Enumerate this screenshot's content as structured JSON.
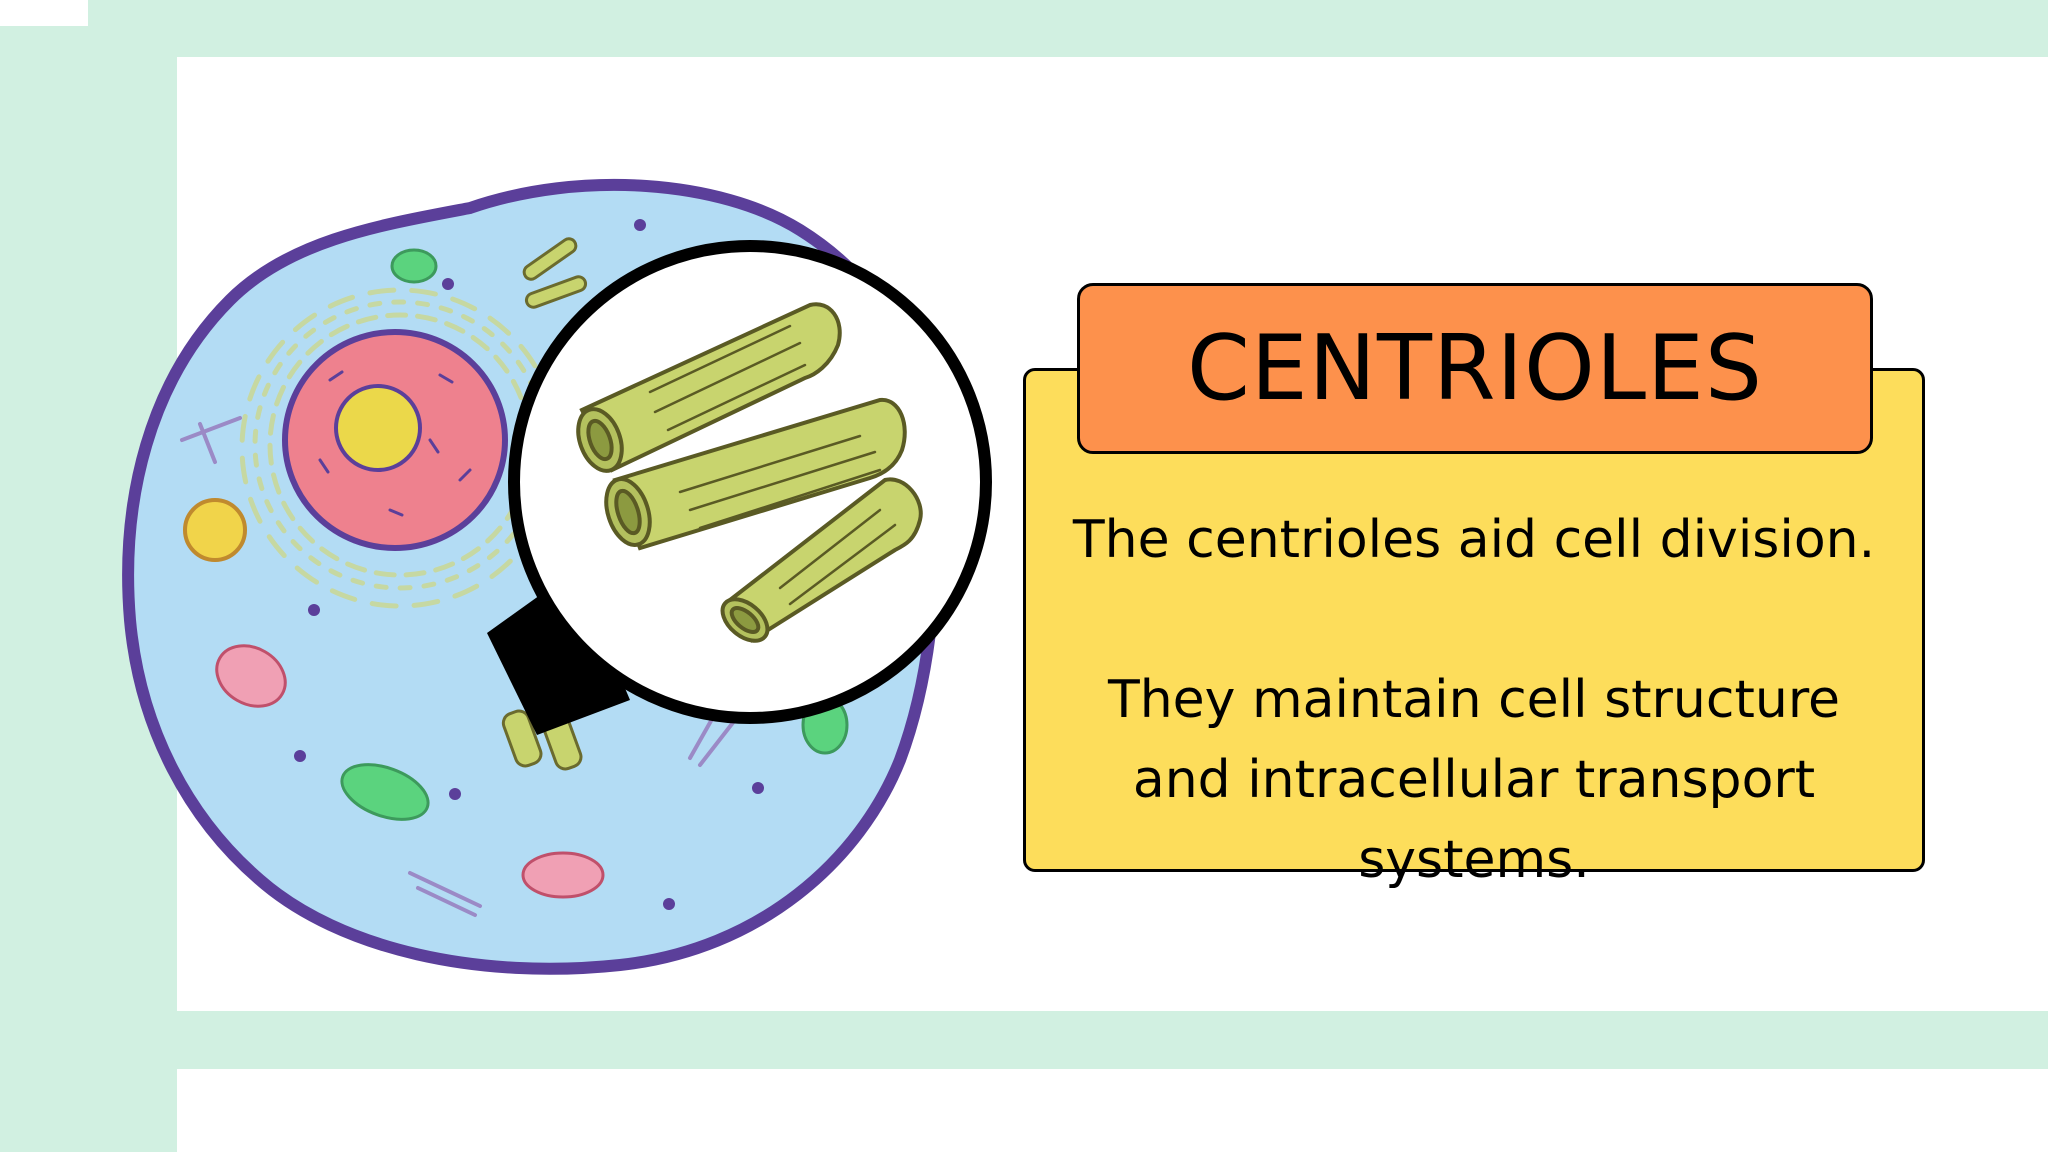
{
  "slide": {
    "title": "CENTRIOLES",
    "paragraphs": [
      "The centrioles aid cell division.",
      "They maintain cell structure and intracellular transport systems."
    ]
  },
  "illustration": {
    "subject": "animal-cell-with-magnified-centrioles"
  },
  "colors": {
    "background_mint": "#d1f0e1",
    "card_yellow": "#fddd5b",
    "title_orange": "#fd914c",
    "cell_blue": "#b3dcf4",
    "membrane_purple": "#5b3f9a",
    "nucleus_pink": "#ee818e",
    "nucleolus_yellow": "#ebd84a",
    "centriole_green": "#c8d46e"
  }
}
